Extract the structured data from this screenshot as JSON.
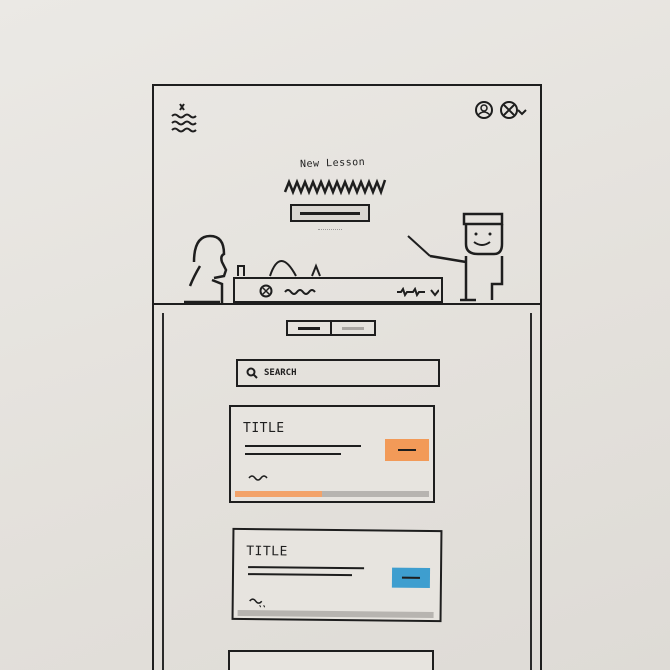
{
  "screen": {
    "hero": {
      "title": "New Lesson"
    },
    "segmented_control": {
      "active_index": 0
    },
    "search": {
      "placeholder": "SEARCH"
    },
    "cards": [
      {
        "title": "TITLE",
        "badge_color": "#f29a58",
        "progress": 0.45,
        "progress_color": "#f3a36a"
      },
      {
        "title": "TITLE",
        "badge_color": "#3e9ecf",
        "progress": 0.0,
        "progress_color": "#3e9ecf"
      },
      {}
    ],
    "icons": {
      "menu": "menu-icon",
      "top_right": [
        "avatar-icon",
        "close-icon",
        "chevron-down-icon"
      ],
      "search": "search-icon"
    }
  }
}
